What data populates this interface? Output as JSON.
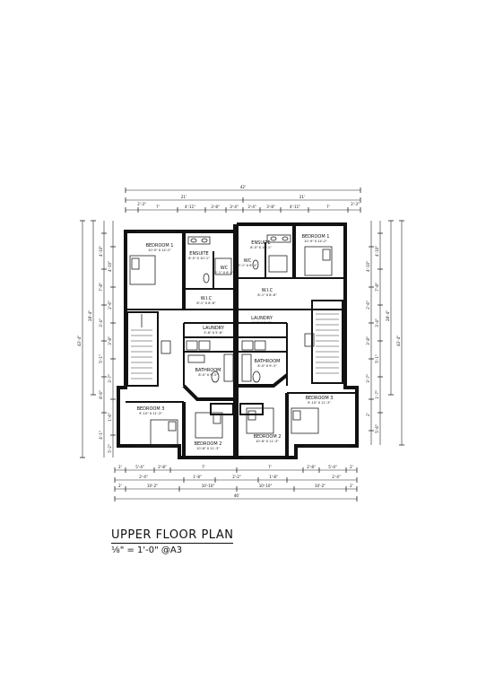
{
  "drawing": {
    "title": "UPPER FLOOR PLAN",
    "scale": "⅛\" = 1'-0\" @A3"
  },
  "units": {
    "left": {
      "bedroom1": {
        "name": "BEDROOM 1",
        "size": "10'-9\" X 14'-2\""
      },
      "ensuite": {
        "name": "ENSUITE",
        "size": "8'-0\" X 10'-1\""
      },
      "wc": {
        "name": "WC",
        "size": "3'-1\" X 6'-4\""
      },
      "wic": {
        "name": "W.I.C",
        "size": "8'-1\" X 8'-6\""
      },
      "laundry": {
        "name": "LAUNDRY",
        "size": "5'-6\" X 5'-6\""
      },
      "bathroom": {
        "name": "BATHROOM",
        "size": "8'-0\" X 9'-3\""
      },
      "bedroom3": {
        "name": "BEDROOM 3",
        "size": "9'-10\" X 11'-3\""
      },
      "bedroom2": {
        "name": "BEDROOM 2",
        "size": "10'-8\" X 11'-3\""
      }
    },
    "right": {
      "bedroom1": {
        "name": "BEDROOM 1",
        "size": "10'-9\" X 14'-2\""
      },
      "ensuite": {
        "name": "ENSUITE",
        "size": "8'-0\" X 10'-1\""
      },
      "wc": {
        "name": "WC",
        "size": "3'-1\" X 6'-4\""
      },
      "wic": {
        "name": "W.I.C",
        "size": "8'-1\" X 8'-6\""
      },
      "laundry": {
        "name": "LAUNDRY",
        "size": "5'-6\" X 5'-6\""
      },
      "bathroom": {
        "name": "BATHROOM",
        "size": "8'-0\" X 9'-3\""
      },
      "bedroom3": {
        "name": "BEDROOM 3",
        "size": "9'-10\" X 11'-3\""
      },
      "bedroom2": {
        "name": "BEDROOM 2",
        "size": "10'-8\" X 11'-3\""
      }
    }
  },
  "dimensions": {
    "top_overall": "42'",
    "top_halves": [
      "21'",
      "21'"
    ],
    "top_detail": [
      "2'-3\"",
      "7'",
      "4'-11\"",
      "3'-8\"",
      "3'-4\"",
      "3'-4\"",
      "3'-8\"",
      "4'-11\"",
      "7'",
      "2'-3\""
    ],
    "bottom_row1": [
      "2'",
      "5'-4\"",
      "2'-8\"",
      "7'",
      "7'",
      "2'-8\"",
      "5'-4\"",
      "2'"
    ],
    "bottom_row2": [
      "2'-4\"",
      "1'-8\"",
      "2'-2\"",
      "1'-8\"",
      "2'-4\""
    ],
    "bottom_row3": [
      "2'",
      "10'-2\"",
      "10'-10\"",
      "10'-10\"",
      "10'-2\"",
      "2'"
    ],
    "bottom_overall": "46'",
    "left_overall": "43'-4\"",
    "left_mid": "28'-4\"",
    "right_overall": "43'-4\"",
    "right_mid": "28'-4\"",
    "side_detail": [
      "4'-10\"",
      "7'-8\"",
      "3'-4\"",
      "5'-1\"",
      "8'-6\"",
      "4'-1\"",
      "4'-10\"",
      "2'-6\"",
      "3'-8\"",
      "3'-7\"",
      "1'-6\"",
      "5'-2\"",
      "1'-7\"",
      "5'-6\"",
      "2'"
    ]
  }
}
